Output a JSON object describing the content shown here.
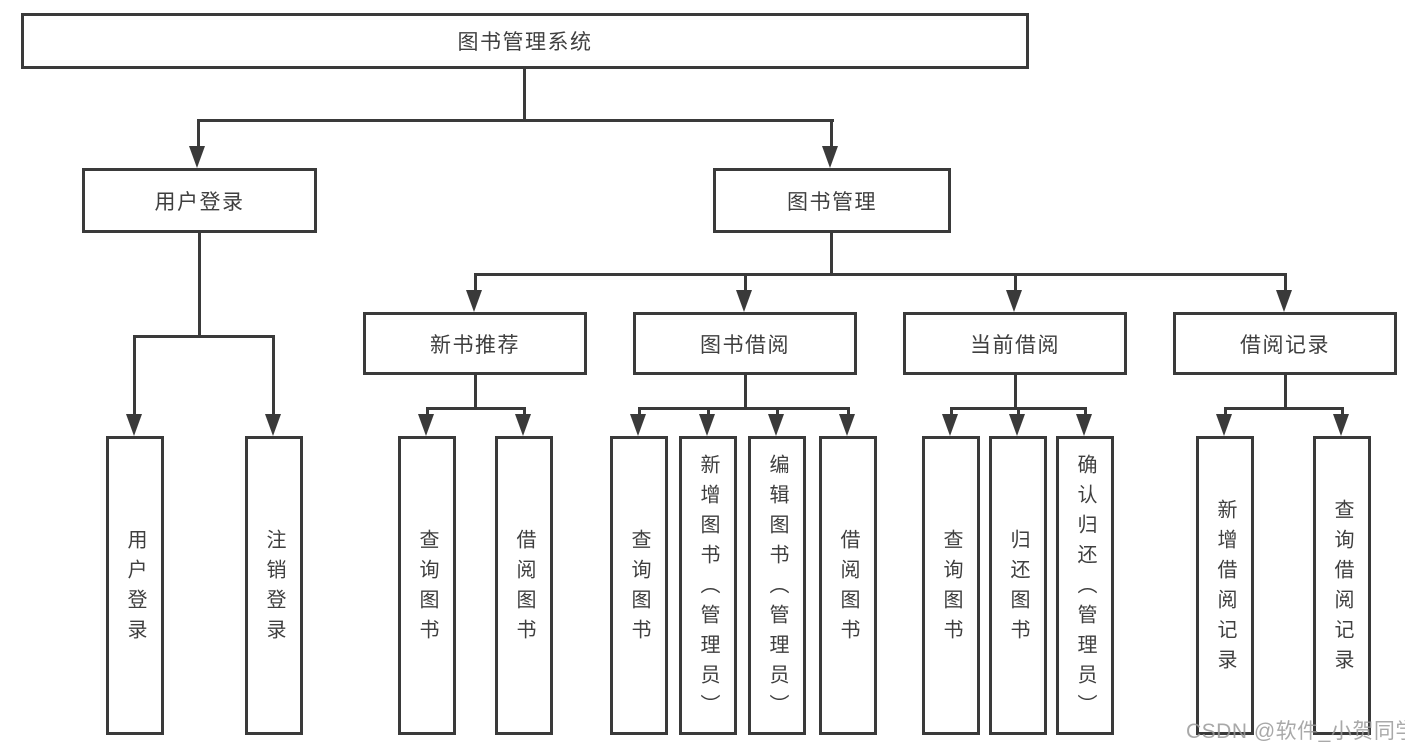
{
  "diagram": {
    "title": "图书管理系统",
    "type": "hierarchy-tree",
    "colors": {
      "line": "#3a3a3a",
      "box_border": "#3a3a3a",
      "text": "#3f3f3f",
      "background": "#ffffff",
      "watermark": "#9a9a9a"
    },
    "tree": {
      "root": {
        "label": "图书管理系统"
      },
      "branches": [
        {
          "label": "用户登录",
          "children": [
            {
              "label": "用户登录"
            },
            {
              "label": "注销登录"
            }
          ]
        },
        {
          "label": "图书管理",
          "children": [
            {
              "label": "新书推荐",
              "children": [
                {
                  "label": "查询图书"
                },
                {
                  "label": "借阅图书"
                }
              ]
            },
            {
              "label": "图书借阅",
              "children": [
                {
                  "label": "查询图书"
                },
                {
                  "label": "新增图书（管理员）"
                },
                {
                  "label": "编辑图书（管理员）"
                },
                {
                  "label": "借阅图书"
                }
              ]
            },
            {
              "label": "当前借阅",
              "children": [
                {
                  "label": "查询图书"
                },
                {
                  "label": "归还图书"
                },
                {
                  "label": "确认归还（管理员）"
                }
              ]
            },
            {
              "label": "借阅记录",
              "children": [
                {
                  "label": "新增借阅记录"
                },
                {
                  "label": "查询借阅记录"
                }
              ]
            }
          ]
        }
      ]
    },
    "watermark": "CSDN @软件_小贺同学"
  }
}
